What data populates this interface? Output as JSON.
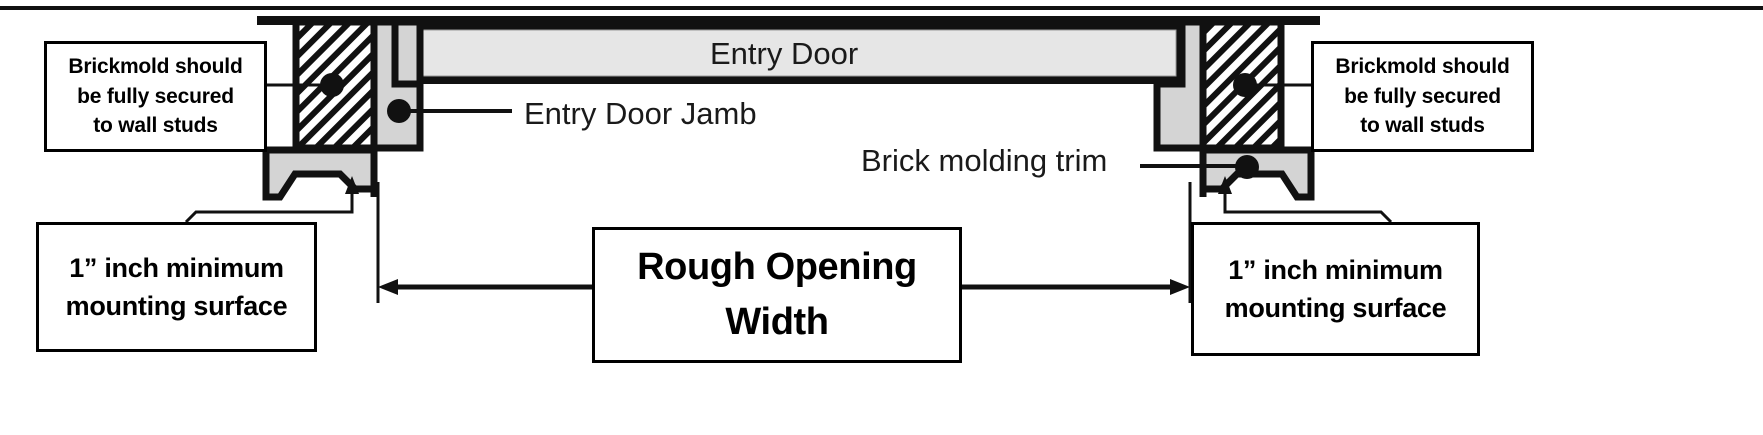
{
  "diagram": {
    "title": "Entry door rough opening width cross-section detail",
    "colors": {
      "line": "#111111",
      "fill_gray": "#d4d4d4",
      "door_fill": "#e6e6e6",
      "hatch": "#000000",
      "background": "#ffffff"
    }
  },
  "labels": {
    "entry_door": "Entry Door",
    "entry_door_jamb": "Entry Door Jamb",
    "brick_molding_trim": "Brick molding trim"
  },
  "callouts": {
    "brickmold_left": {
      "lines": [
        "Brickmold should",
        "be fully secured",
        "to wall studs"
      ]
    },
    "brickmold_right": {
      "lines": [
        "Brickmold should",
        "be fully secured",
        "to wall studs"
      ]
    },
    "min_surface_left": {
      "lines": [
        "1” inch minimum",
        "mounting surface"
      ]
    },
    "min_surface_right": {
      "lines": [
        "1” inch minimum",
        "mounting surface"
      ]
    },
    "rough_opening": {
      "lines": [
        "Rough Opening",
        "Width"
      ]
    }
  }
}
